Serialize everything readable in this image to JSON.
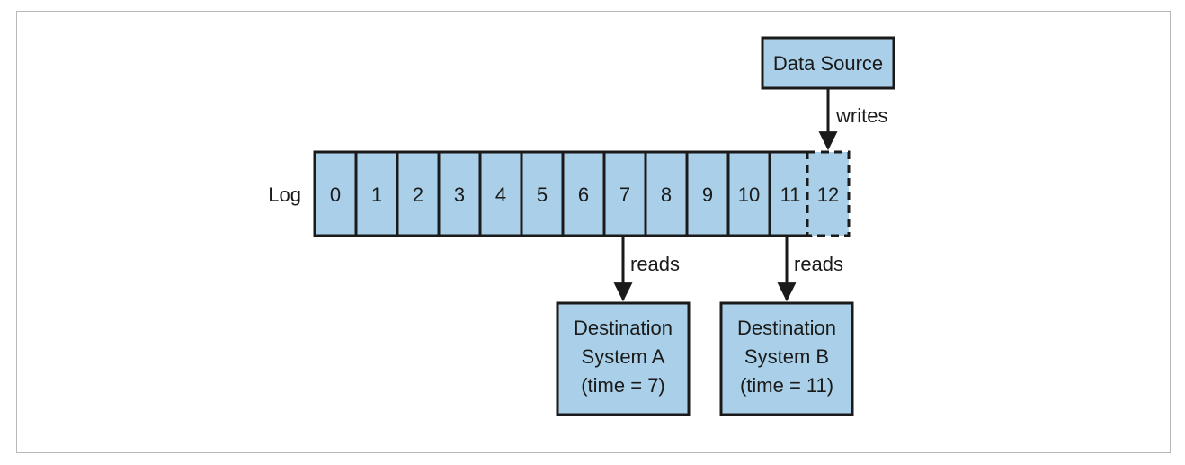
{
  "log": {
    "label": "Log",
    "cells": [
      "0",
      "1",
      "2",
      "3",
      "4",
      "5",
      "6",
      "7",
      "8",
      "9",
      "10",
      "11"
    ],
    "pending_cell": "12"
  },
  "source": {
    "label": "Data Source"
  },
  "edges": {
    "writes": "writes",
    "reads_a": "reads",
    "reads_b": "reads"
  },
  "destinations": [
    {
      "lines": [
        "Destination",
        "System A",
        "(time = 7)"
      ]
    },
    {
      "lines": [
        "Destination",
        "System B",
        "(time = 11)"
      ]
    }
  ],
  "colors": {
    "fill": "#a9d0e8",
    "stroke": "#1a1a1a"
  }
}
